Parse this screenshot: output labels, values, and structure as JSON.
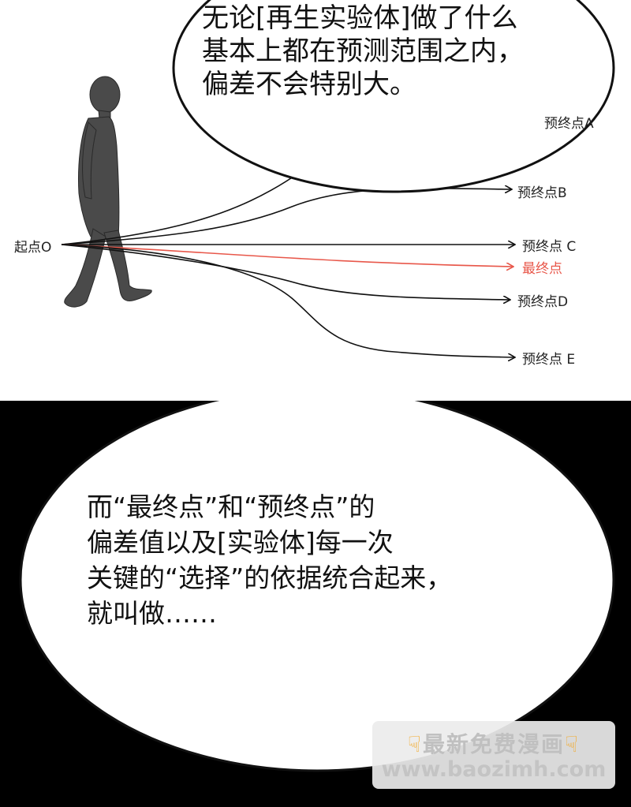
{
  "speech_top": {
    "lines": [
      "无论[再生实验体]做了什么",
      "基本上都在预测范围之内，",
      "偏差不会特别大。"
    ]
  },
  "diagram": {
    "start_label": "起点O",
    "end_labels": {
      "a": "预终点A",
      "b": "预终点B",
      "c": "预终点 C",
      "final": "最终点",
      "d": "预终点D",
      "e": "预终点 E"
    },
    "colors": {
      "line": "#111111",
      "final_line": "#e8574a",
      "figure": "#4a4a4a"
    }
  },
  "speech_bottom": {
    "lines": [
      "而“最终点”和“预终点”的",
      "偏差值以及[实验体]每一次",
      "关键的“选择”的依据统合起来，",
      "就叫做……"
    ]
  },
  "watermark": {
    "line1": "最新免费漫画",
    "line2": "www.baozimh.com",
    "icon_left": "pointing-down-hand-icon",
    "icon_right": "pointing-down-hand-icon"
  }
}
